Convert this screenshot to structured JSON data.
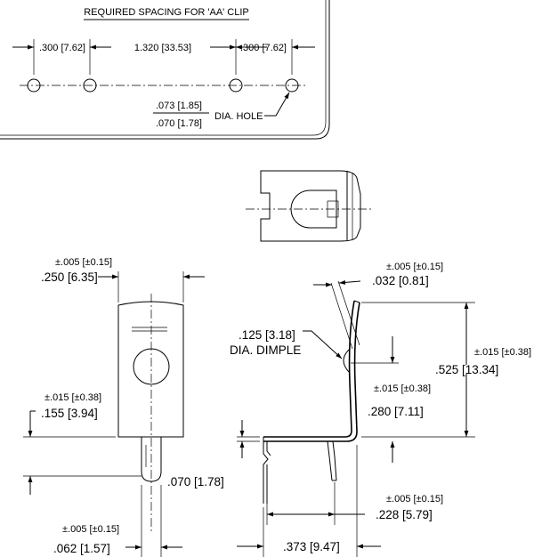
{
  "spacing": {
    "title": "REQUIRED SPACING FOR 'AA' CLIP",
    "pitch_left": ".300 [7.62]",
    "pitch_center": "1.320 [33.53]",
    "pitch_right": ".300 [7.62]",
    "hole_max": ".073 [1.85]",
    "hole_min": ".070 [1.78]",
    "hole_label": "DIA. HOLE"
  },
  "front_view": {
    "width_tol": "±.005 [±0.15]",
    "width": ".250 [6.35]",
    "tab_height_tol": "±.015 [±0.38]",
    "tab_height": ".155 [3.94]",
    "tail_length": ".070 [1.78]",
    "tail_width_tol": "±.005 [±0.15]",
    "tail_width": ".062 [1.57]"
  },
  "side_view": {
    "thickness_tol": "±.005 [±0.15]",
    "thickness": ".032 [0.81]",
    "dimple": ".125 [3.18]",
    "dimple_label": "DIA. DIMPLE",
    "height_tol": "±.015 [±0.38]",
    "height": ".525 [13.34]",
    "dimple_height_tol": "±.015 [±0.38]",
    "dimple_height": ".280 [7.11]",
    "pin_spacing_tol": "±.005 [±0.15]",
    "pin_spacing": ".228 [5.79]",
    "base_length": ".373 [9.47]"
  }
}
